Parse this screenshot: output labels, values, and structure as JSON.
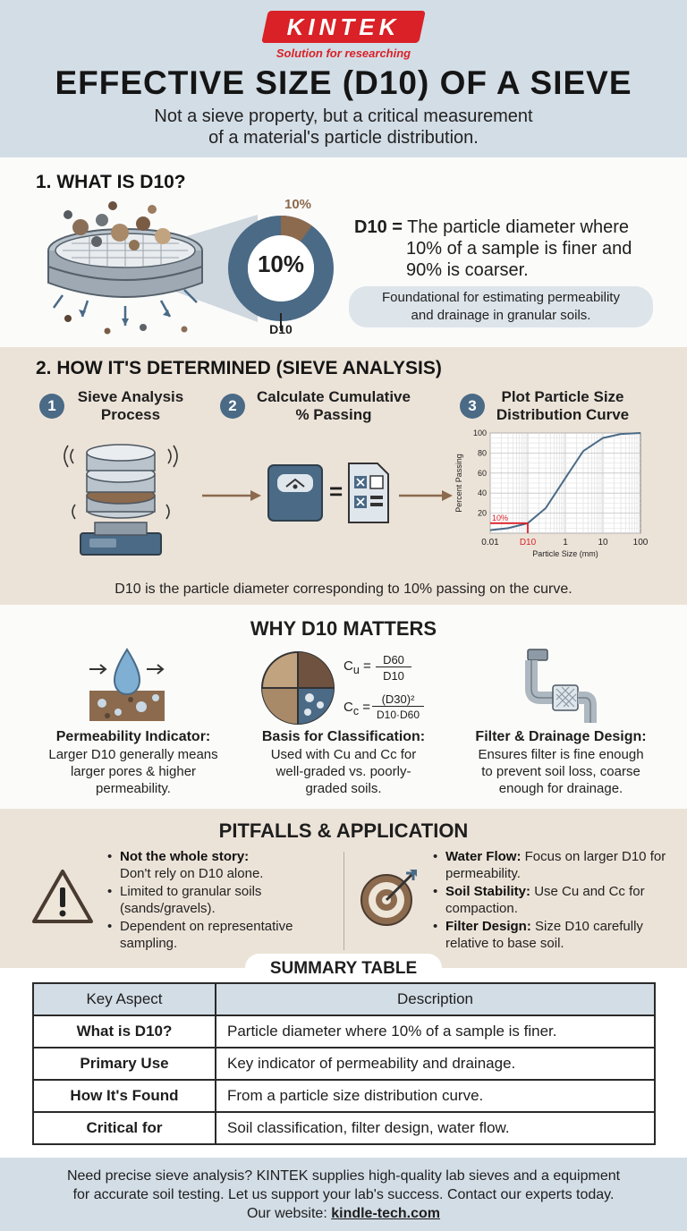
{
  "brand": {
    "name": "KINTEK",
    "tagline": "Solution for researching",
    "red": "#d92127"
  },
  "header": {
    "title": "EFFECTIVE SIZE (D10) OF A SIEVE",
    "subtitle_line1": "Not a sieve property, but a critical measurement",
    "subtitle_line2": "of a material's particle distribution."
  },
  "section1": {
    "title": "1. WHAT IS D10?",
    "donut_center": "10%",
    "donut_slice_label": "10%",
    "donut_fraction": 0.1,
    "donut_caption": "D10",
    "definition_term": "D10 =",
    "definition_line1": "The particle diameter where",
    "definition_line2": "10% of a sample is finer and",
    "definition_line3": "90% is coarser.",
    "note_line1": "Foundational for estimating permeability",
    "note_line2": "and drainage in granular soils."
  },
  "section2": {
    "title": "2. HOW IT'S DETERMINED (SIEVE ANALYSIS)",
    "steps": [
      {
        "num": "1",
        "line1": "Sieve Analysis",
        "line2": "Process"
      },
      {
        "num": "2",
        "line1": "Calculate Cumulative",
        "line2": "% Passing"
      },
      {
        "num": "3",
        "line1": "Plot Particle Size",
        "line2": "Distribution Curve"
      }
    ],
    "equals": "=",
    "caption": "D10 is the particle diameter corresponding to 10% passing on the curve."
  },
  "chart_data": {
    "type": "line",
    "x_scale": "log",
    "xlabel": "Particle Size (mm)",
    "ylabel": "Percent Passing",
    "xlim": [
      0.01,
      100
    ],
    "ylim": [
      0,
      100
    ],
    "x_ticks": [
      "0.01",
      "D10",
      "1",
      "10",
      "100"
    ],
    "y_ticks": [
      "100",
      "80",
      "60",
      "40",
      "20"
    ],
    "marker_label": "10%",
    "d10_x": 0.1,
    "d10_y": 10,
    "series": [
      {
        "x": [
          0.01,
          0.03,
          0.1,
          0.3,
          1,
          3,
          10,
          30,
          100
        ],
        "y": [
          3,
          5,
          10,
          25,
          55,
          82,
          95,
          99,
          100
        ]
      }
    ],
    "grid": true
  },
  "section3": {
    "title": "WHY D10 MATTERS",
    "cu_label": "C",
    "cu_sub": "u",
    "cu_num": "D60",
    "cu_den": "D10",
    "cc_label": "C",
    "cc_sub": "c",
    "cc_num": "(D30)²",
    "cc_den": "D10·D60",
    "cols": [
      {
        "head": "Permeability Indicator:",
        "l1": "Larger D10 generally means",
        "l2": "larger pores & higher",
        "l3": "permeability."
      },
      {
        "head": "Basis for Classification:",
        "l1": "Used with Cu and Cc for",
        "l2": "well-graded vs. poorly-",
        "l3": "graded soils."
      },
      {
        "head": "Filter & Drainage Design:",
        "l1": "Ensures filter is fine enough",
        "l2": "to prevent soil loss, coarse",
        "l3": "enough for drainage."
      }
    ]
  },
  "section4": {
    "title": "PITFALLS & APPLICATION",
    "left": [
      {
        "bold": "Not the whole story:",
        "text": "Don't rely on D10 alone."
      },
      {
        "bold": "",
        "text": "Limited to granular soils (sands/gravels)."
      },
      {
        "bold": "",
        "text": "Dependent on representative sampling."
      }
    ],
    "right": [
      {
        "bold": "Water Flow:",
        "text": "Focus on larger D10 for permeability."
      },
      {
        "bold": "Soil Stability:",
        "text": "Use Cu and Cc for compaction."
      },
      {
        "bold": "Filter Design:",
        "text": "Size D10 carefully relative to base soil."
      }
    ]
  },
  "summary": {
    "title": "SUMMARY TABLE",
    "headers": [
      "Key Aspect",
      "Description"
    ],
    "rows": [
      [
        "What is D10?",
        "Particle diameter where 10% of a sample is finer."
      ],
      [
        "Primary Use",
        "Key indicator of permeability and drainage."
      ],
      [
        "How It's Found",
        "From a particle size distribution curve."
      ],
      [
        "Critical for",
        "Soil classification, filter design, water flow."
      ]
    ]
  },
  "footer": {
    "line1": "Need precise sieve analysis? KINTEK supplies high-quality lab sieves and a equipment",
    "line2": "for accurate soil testing. Let us support your lab's success. Contact our experts today.",
    "site_prefix": "Our website:",
    "site": "kindle-tech.com"
  },
  "colors": {
    "steel": "#4a6a86",
    "light_blue": "#d3dde6",
    "beige": "#ece3d8",
    "brown": "#8b6a4e",
    "red_line": "#d92127"
  },
  "icons": [
    "sieve-icon",
    "donut-icon",
    "sieve-shaker-icon",
    "scale-icon",
    "calculator-icon",
    "water-drop-icon",
    "soil-circle-icon",
    "pipe-filter-icon",
    "warning-icon",
    "target-icon",
    "arrow-right-icon"
  ]
}
